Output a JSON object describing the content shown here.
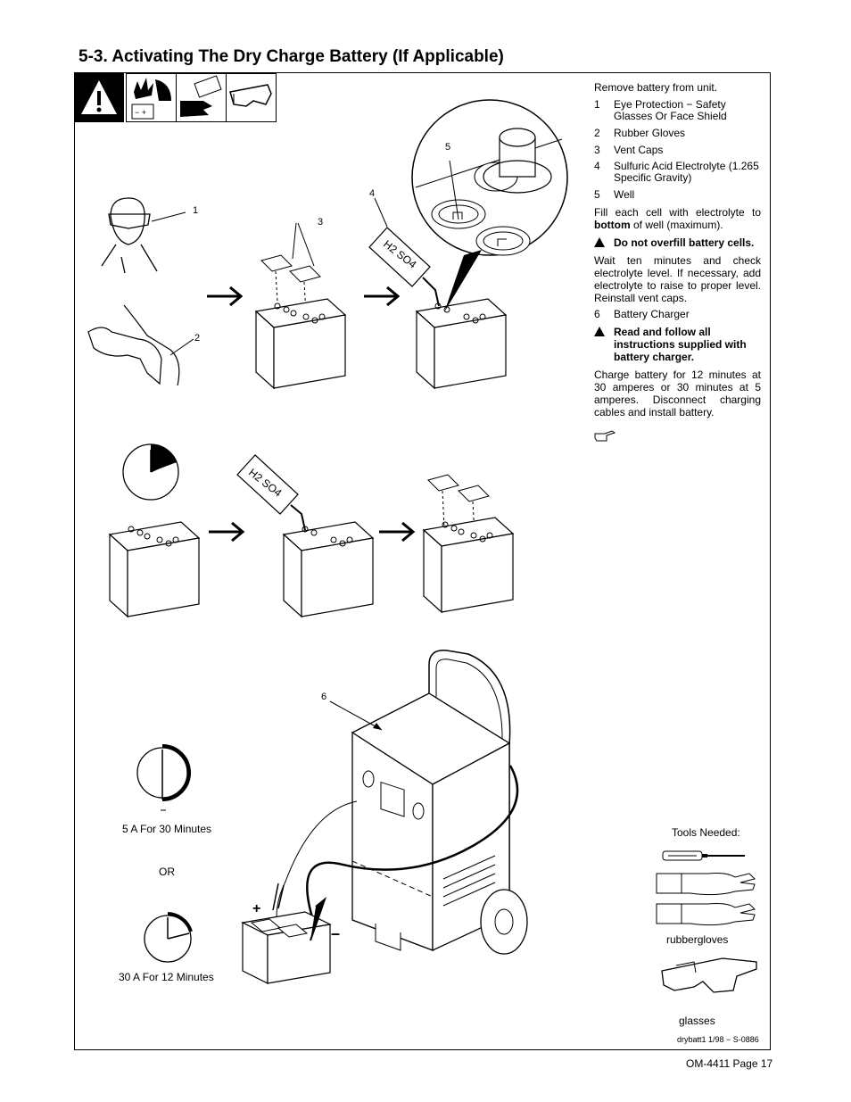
{
  "section_title": "5-3.   Activating The Dry Charge Battery (If Applicable)",
  "instructions": {
    "intro": "Remove battery from unit.",
    "items": [
      {
        "num": "1",
        "text": "Eye Protection − Safety Glasses Or Face Shield"
      },
      {
        "num": "2",
        "text": "Rubber Gloves"
      },
      {
        "num": "3",
        "text": "Vent Caps"
      },
      {
        "num": "4",
        "text": "Sulfuric Acid Electrolyte (1.265 Specific Gravity)"
      },
      {
        "num": "5",
        "text": "Well"
      }
    ],
    "fill_text_a": "Fill each cell with electrolyte to",
    "fill_bold": "bottom",
    "fill_text_b": "of well (maximum).",
    "warning_1": "Do not overfill battery cells.",
    "wait_text": "Wait ten minutes and check electrolyte level. If necessary, add electrolyte to raise to proper level. Reinstall vent caps.",
    "item_6": {
      "num": "6",
      "text": "Battery Charger"
    },
    "warning_2": "Read and follow all instructions supplied with battery charger.",
    "charge_text": "Charge battery for 12 minutes at 30 amperes or 30 minutes at 5 amperes. Disconnect charging cables and install battery.",
    "note_icon": "pointing-hand-icon"
  },
  "callouts": {
    "c1": "1",
    "c2": "2",
    "c3": "3",
    "c4": "4",
    "c5": "5",
    "c6": "6"
  },
  "acid_label": "H2 SO4",
  "timer_labels": {
    "option_a": "5 A For 30 Minutes",
    "or": "OR",
    "option_b": "30 A For 12 Minutes"
  },
  "polarity": {
    "plus": "+",
    "minus": "–"
  },
  "tools": {
    "heading": "Tools Needed:",
    "gloves": "rubbergloves",
    "glasses": "glasses"
  },
  "figure_ref": "drybatt1 1/98 − S-0886",
  "page_footer": "OM-4411 Page 17",
  "safety_icons": [
    "warning-triangle-icon",
    "battery-explosion-icon",
    "gloves-battery-icon",
    "safety-glasses-icon"
  ]
}
